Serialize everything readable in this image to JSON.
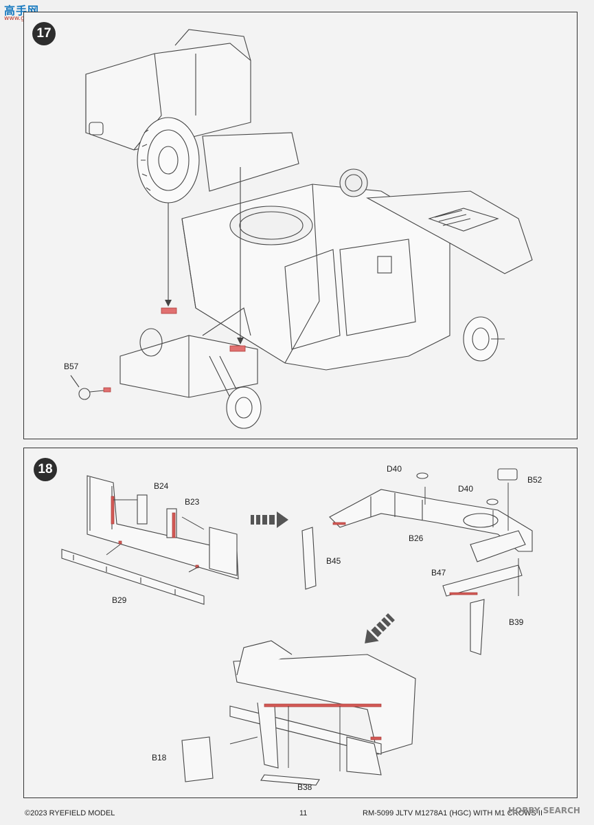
{
  "watermark": {
    "logo_main": "高手网",
    "logo_sub": "www.gaoshou.com"
  },
  "steps": {
    "s17": {
      "number": "17",
      "labels": {
        "b57": "B57"
      }
    },
    "s18": {
      "number": "18",
      "labels": {
        "b24": "B24",
        "b23": "B23",
        "b29": "B29",
        "d40a": "D40",
        "d40b": "D40",
        "b52": "B52",
        "b26": "B26",
        "b45": "B45",
        "b47": "B47",
        "b39": "B39",
        "b18": "B18",
        "b38": "B38"
      }
    }
  },
  "footer": {
    "copyright": "©2023 RYEFIELD MODEL",
    "page_number": "11",
    "product": "RM-5099 JLTV M1278A1 (HGC) WITH M1 CROWS II"
  },
  "overlay": {
    "hobby_search": "HOBBY SEARCH"
  },
  "colors": {
    "highlight": "#d9534f",
    "line": "#444444",
    "panel_bg": "#f3f3f3"
  }
}
